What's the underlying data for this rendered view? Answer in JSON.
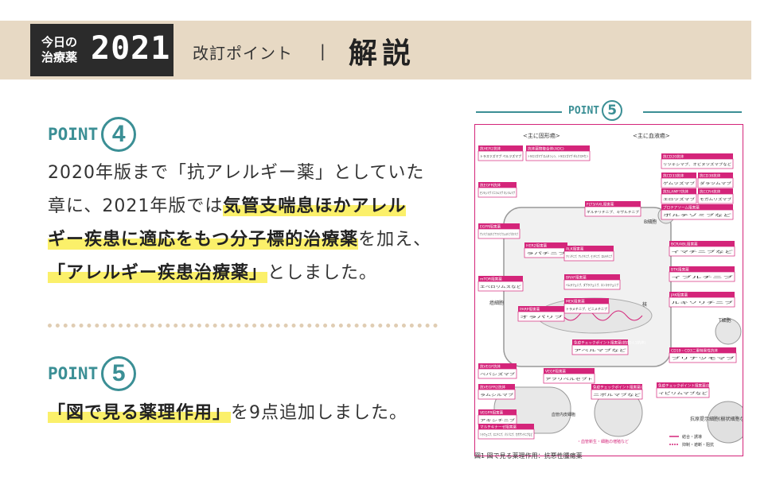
{
  "header": {
    "logo_line1": "今日の",
    "logo_line2": "治療薬",
    "logo_year": "2021",
    "subtitle": "改訂ポイント",
    "separator": "|",
    "title": "解説"
  },
  "point4": {
    "label": "POINT",
    "number": "4",
    "line1": "2020年版まで「抗アレルギー薬」としていた",
    "line2_plain": "章に、2021年版では",
    "line2_hl": "気管支喘息ほかアレル",
    "line3_hl": "ギー疾患に適応をもつ分子標的治療薬",
    "line3_plain": "を加え、",
    "line4_hl": "「アレルギー疾患治療薬」",
    "line4_plain": "としました。"
  },
  "point5": {
    "label": "POINT",
    "number": "5",
    "line1_hl": "「図で見る薬理作用」",
    "line1_plain": "を9点追加しました。"
  },
  "figure": {
    "point_label": "POINT",
    "point_number": "5",
    "left_header": "<主に固形癌>",
    "right_header": "<主に血液癌>",
    "boxes": [
      {
        "title": "抗HER2抗体",
        "body": "トラスツズマブ ペルツズマブ"
      },
      {
        "title": "抗体薬物複合体(ADC)",
        "body": "トラスツズマブ エムタンシン、トラスツズマブ デルクステカン"
      },
      {
        "title": "抗EGFR抗体",
        "body": "セツキシマブ パニツムマブ ネシツムマブ"
      },
      {
        "title": "EGFR阻害薬",
        "body": "ゲフィチニブ エルロチニブ アファチニブ オシメルチニブ ダコミチニブ"
      },
      {
        "title": "mTOR阻害薬",
        "body": "エベロリムスなど"
      },
      {
        "title": "HER2阻害薬",
        "body": "ラパチニブ"
      },
      {
        "title": "ALK阻害薬",
        "body": "クリゾチニブ、アレクチニブ、セリチニブ、ロルラチニブ"
      },
      {
        "title": "BRAF阻害薬",
        "body": "ベムラフェニブ、ダブラフェニブ、エンコラフェニブ"
      },
      {
        "title": "MEK阻害薬",
        "body": "トラメチニブ、ビニメチニブ"
      },
      {
        "title": "PARP阻害薬",
        "body": "オラパリブ"
      },
      {
        "title": "抗VEGF抗体",
        "body": "ベバシズマブ"
      },
      {
        "title": "抗VEGFR2抗体",
        "body": "ラムシルマブ"
      },
      {
        "title": "VEGF阻害薬",
        "body": "アフリベルセプト"
      },
      {
        "title": "VEGFR阻害薬",
        "body": "アキシチニブ"
      },
      {
        "title": "マルチキナーゼ阻害薬",
        "body": "ソラフェニブ、スニチニブ、パゾパニブ、カボザンチニブなど"
      },
      {
        "title": "免疫チェックポイント阻害薬(抗PD-1抗体)",
        "body": "ニボルマブなど"
      },
      {
        "title": "免疫チェックポイント阻害薬(抗PD-L1抗体)",
        "body": "アベルマブなど"
      },
      {
        "title": "免疫チェックポイント阻害薬(抗CTLA-4抗体)",
        "body": "イピリムマブなど"
      },
      {
        "title": "FLT3/AXL阻害薬",
        "body": "ギルテリチニブ、キザルチニブ"
      },
      {
        "title": "抗CD20抗体",
        "body": "リツキシマブ、オビヌツズマブなど"
      },
      {
        "title": "抗CD33抗体",
        "body": "ゲムツズマブ"
      },
      {
        "title": "抗CD38抗体",
        "body": "ダラツムマブ"
      },
      {
        "title": "抗SLAMF7抗体",
        "body": "エロツズマブ"
      },
      {
        "title": "抗CCR4抗体",
        "body": "モガムリズマブ"
      },
      {
        "title": "プロテアソーム阻害薬",
        "body": "ボルテゾミブなど"
      },
      {
        "title": "BCR/ABL阻害薬",
        "body": "イマチニブなど"
      },
      {
        "title": "BTK阻害薬",
        "body": "イブルチニブ"
      },
      {
        "title": "JAK阻害薬",
        "body": "ルキソリチニブ"
      },
      {
        "title": "CD19・CD3二重特異性抗体",
        "body": "ブリナツモマブ"
      }
    ],
    "labels": {
      "cancer_cell": "癌細胞",
      "t_cell": "T細胞",
      "apc": "抗原提示細胞(樹状細胞など)",
      "b_cell": "B細胞",
      "nucleus": "核",
      "vessel": "血管内皮細胞",
      "legend_bind": "結合・誘導",
      "legend_inhibit": "抑制・遮断・阻抗",
      "angio": "・血管新生・細胞の増殖など"
    },
    "caption": "図1 図で見る薬理作用：抗悪性腫瘍薬"
  },
  "colors": {
    "accent": "#d4257a",
    "teal": "#3b8f95",
    "highlight": "#fbf06a",
    "header_bg": "#e7d9c4"
  }
}
